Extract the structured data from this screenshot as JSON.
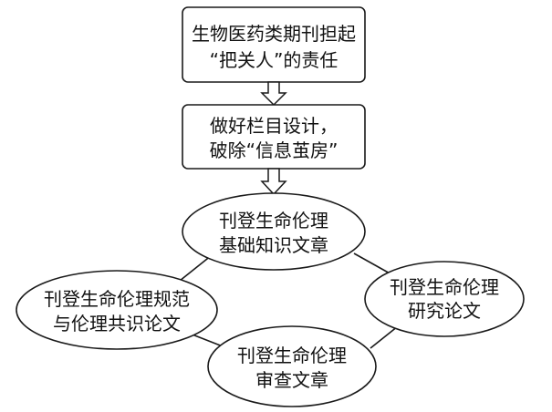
{
  "boxes": [
    {
      "id": "responsibility",
      "lines": [
        "生物医药类期刊担起",
        "“把关人”的责任"
      ]
    },
    {
      "id": "column-design",
      "lines": [
        "做好栏目设计，",
        "破除“信息茧房”"
      ]
    }
  ],
  "ellipses": [
    {
      "id": "basic-knowledge",
      "lines": [
        "刊登生命伦理",
        "基础知识文章"
      ]
    },
    {
      "id": "research-papers",
      "lines": [
        "刊登生命伦理",
        "研究论文"
      ]
    },
    {
      "id": "review-articles",
      "lines": [
        "刊登生命伦理",
        "审查文章"
      ]
    },
    {
      "id": "norms-consensus",
      "lines": [
        "刊登生命伦理规范",
        "与伦理共识论文"
      ]
    }
  ]
}
